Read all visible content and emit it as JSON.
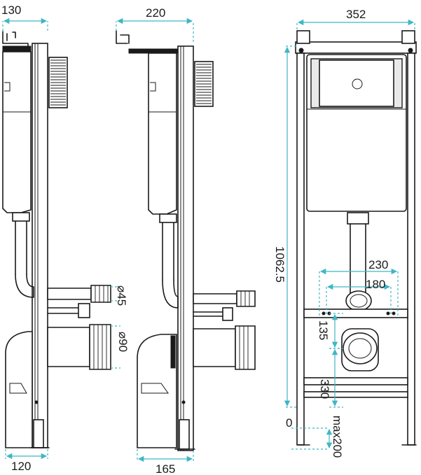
{
  "dimensions": {
    "side1_depth_top": "130",
    "side1_depth_bottom": "120",
    "side2_depth_top": "220",
    "side2_depth_bottom": "165",
    "frame_width": "352",
    "frame_height": "1062.5",
    "outlet_small": "⌀45",
    "outlet_large": "⌀90",
    "fixing_outer": "230",
    "fixing_inner": "180",
    "bolt_offset": "135",
    "bowl_height": "330",
    "floor_zero": "0",
    "floor_max": "max200"
  }
}
